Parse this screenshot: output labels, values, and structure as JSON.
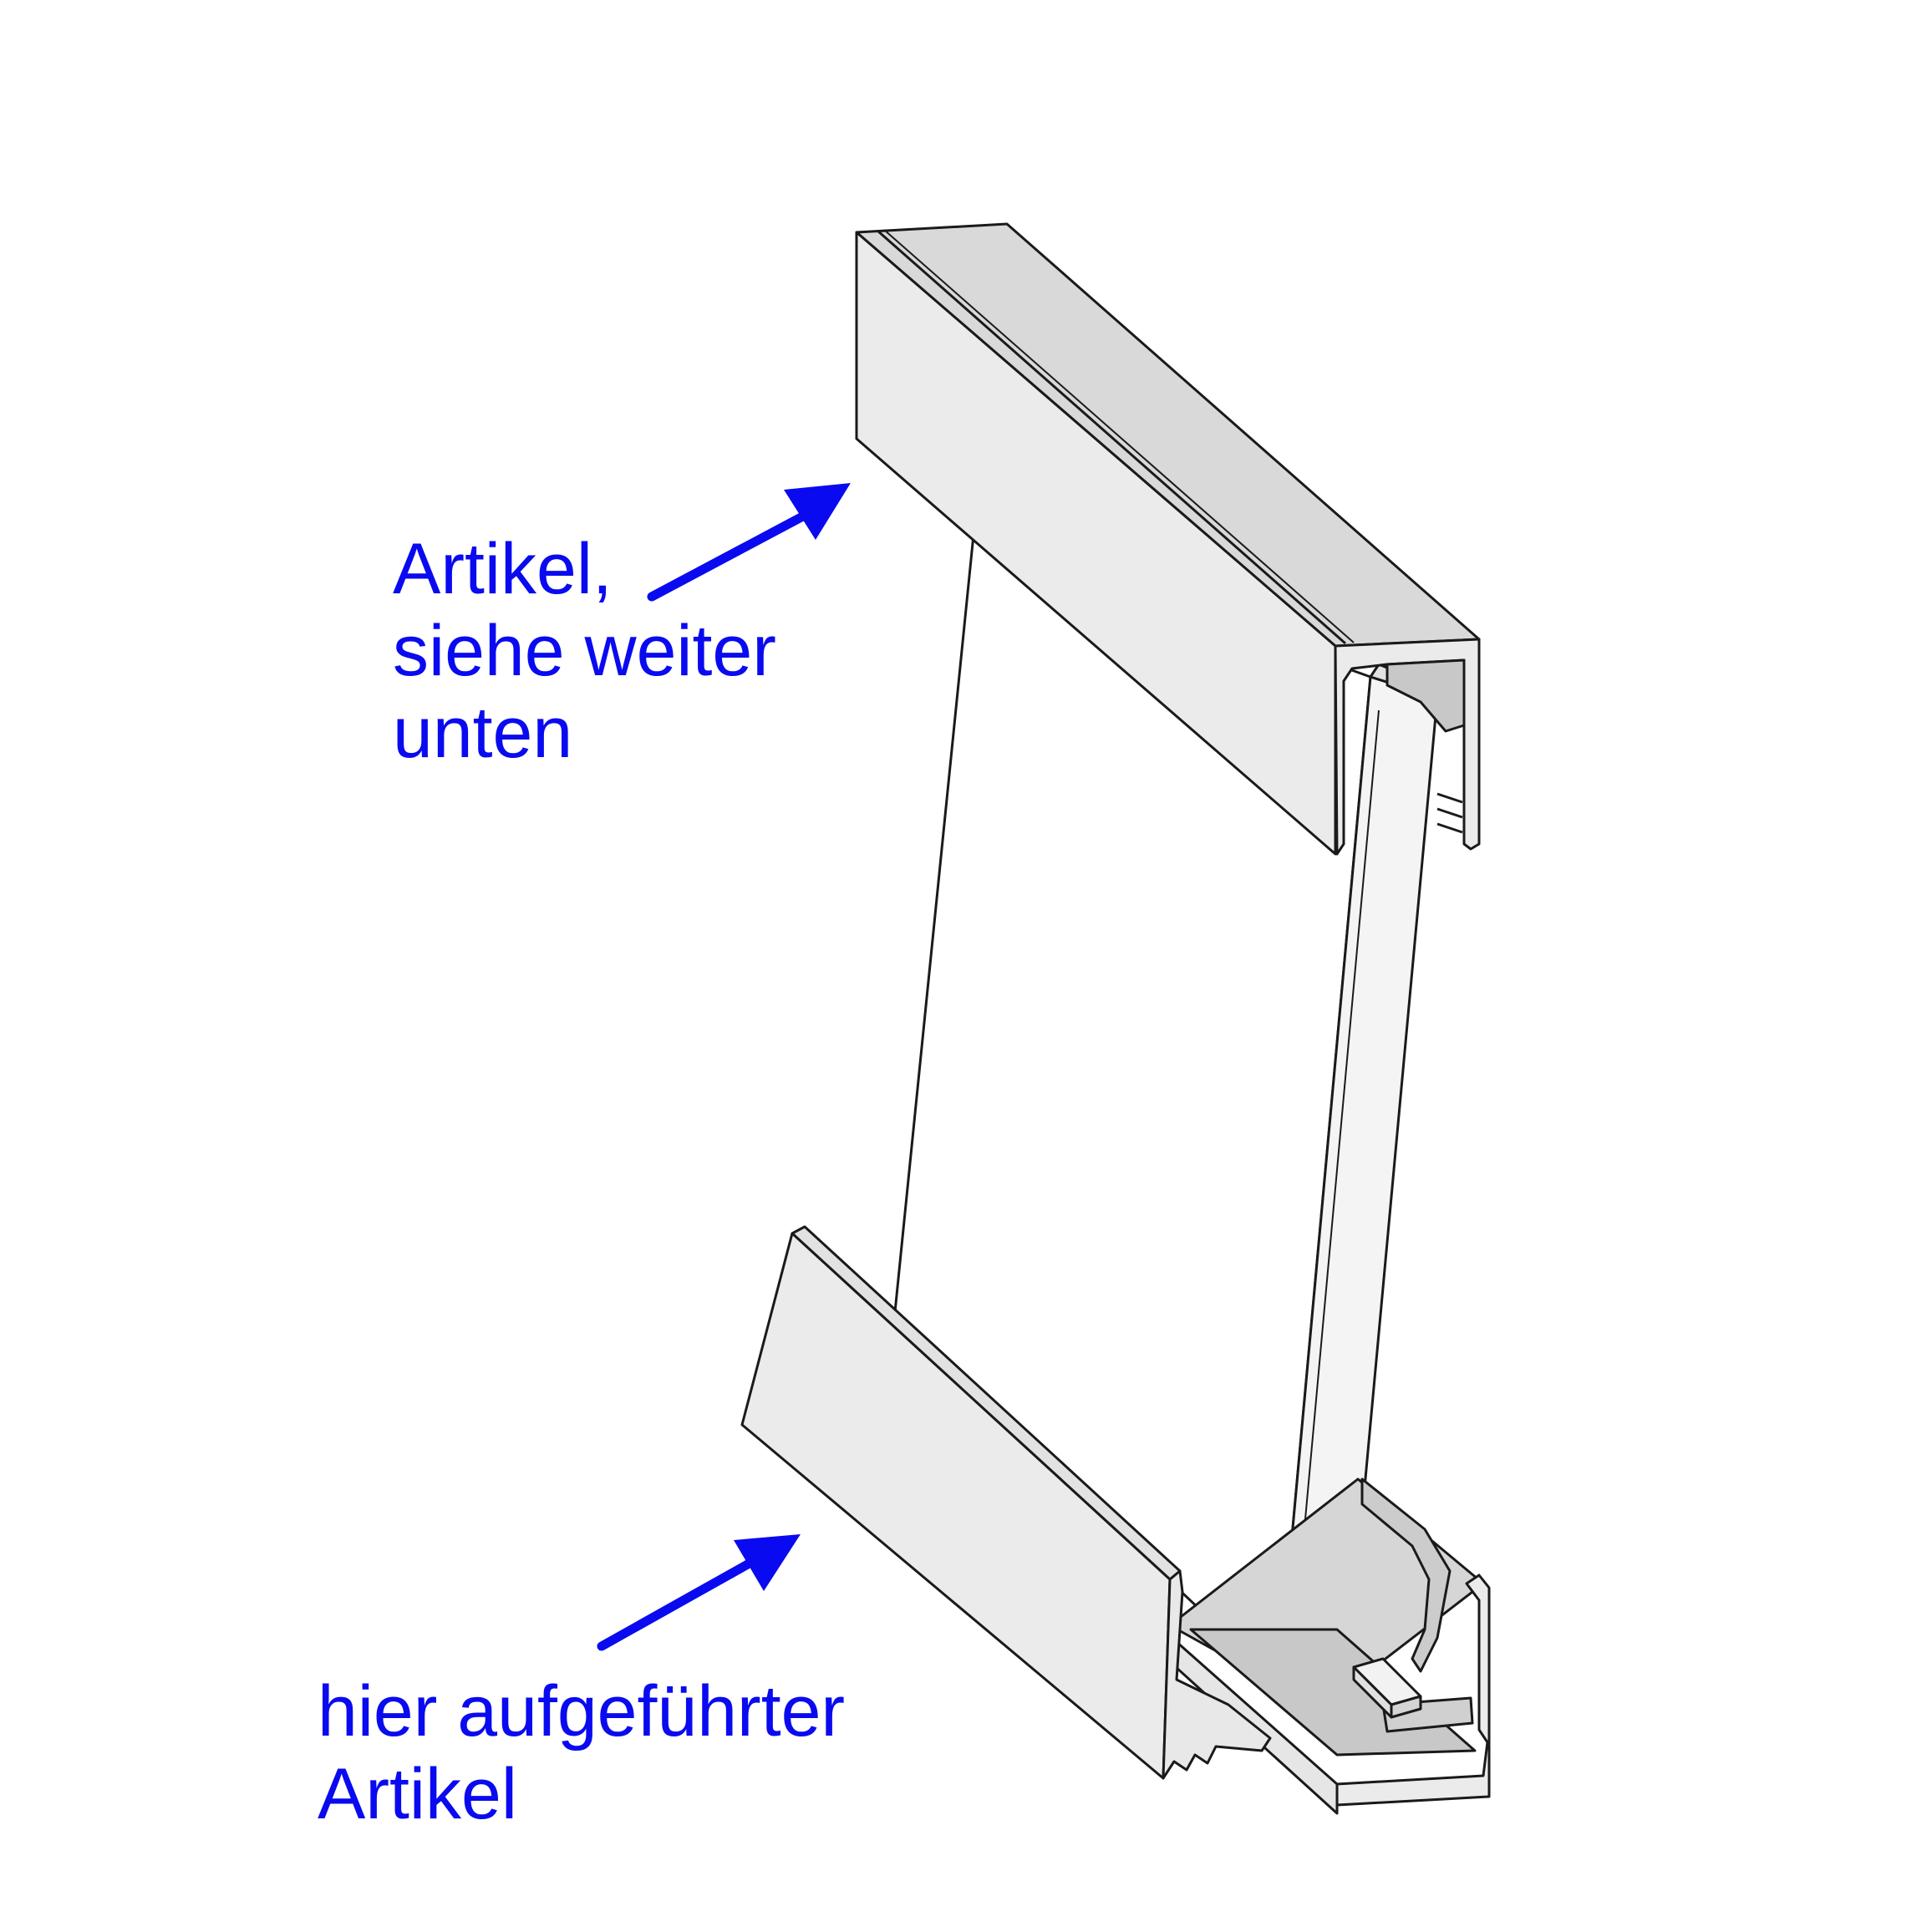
{
  "colors": {
    "label": "#0a0af0",
    "arrow": "#0a0af0",
    "outline": "#1a1a1a",
    "profile_face": "#ebebeb",
    "profile_top": "#d9d9d9",
    "profile_inner": "#c8c8c8",
    "panel": "#ffffff"
  },
  "labels": {
    "top": {
      "lines": [
        "Artikel,",
        "siehe weiter",
        "unten"
      ]
    },
    "bottom": {
      "lines": [
        "hier aufgeführter",
        "Artikel"
      ]
    }
  }
}
